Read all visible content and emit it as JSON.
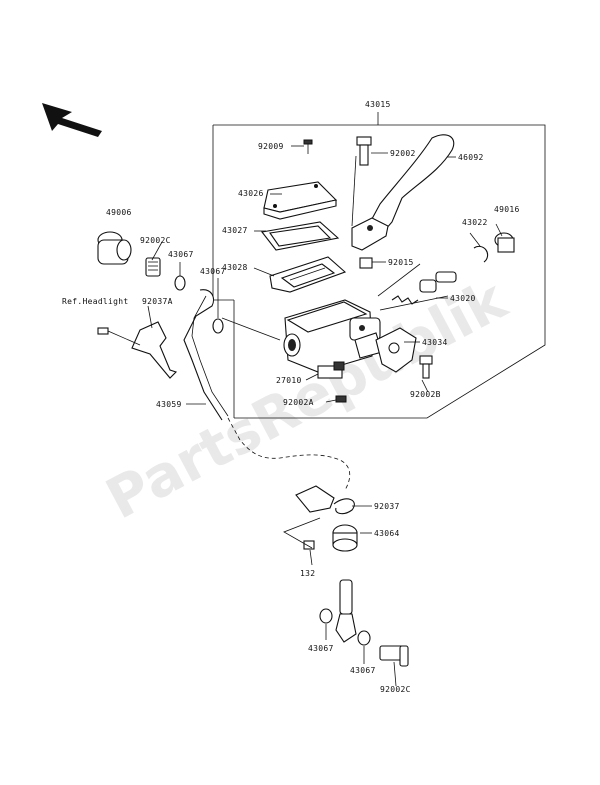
{
  "watermark": "PartsRepublik",
  "labels": {
    "l43015": "43015",
    "l92009": "92009",
    "l92002a": "92002",
    "l46092": "46092",
    "l43026": "43026",
    "l43027": "43027",
    "l43028": "43028",
    "l92015": "92015",
    "l49006": "49006",
    "l92002c_top": "92002C",
    "l43067_a": "43067",
    "l43067_b": "43067",
    "l43022": "43022",
    "l49016": "49016",
    "l43020": "43020",
    "l43034": "43034",
    "ref_headlight": "Ref.Headlight",
    "l92037a": "92037A",
    "l27010": "27010",
    "l92002b_mid": "92002B",
    "l92002a_mid": "92002A",
    "l43059": "43059",
    "l92037": "92037",
    "l43064": "43064",
    "l132": "132",
    "l43067_c": "43067",
    "l43067_d": "43067",
    "l92002c_bot": "92002C"
  },
  "icons": {
    "direction_arrow": "arrow-up-left-icon"
  }
}
